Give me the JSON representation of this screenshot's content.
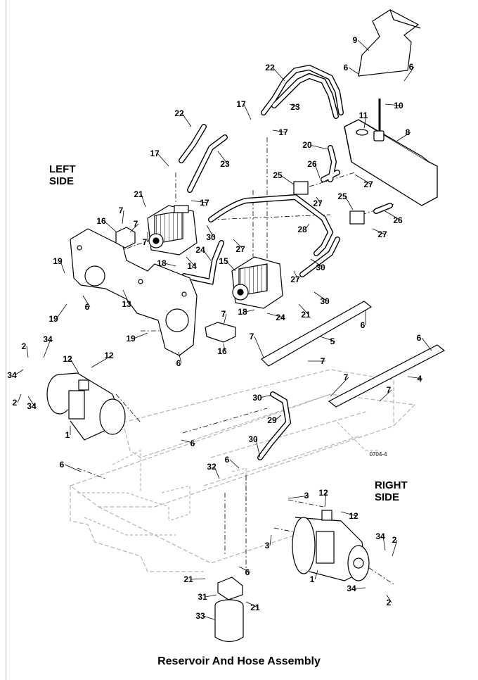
{
  "caption": "Reservoir And Hose Assembly",
  "side_labels": {
    "left": [
      "LEFT",
      "SIDE"
    ],
    "right": [
      "RIGHT",
      "SIDE"
    ]
  },
  "drawing_code": "0704-4",
  "callouts": {
    "c1": "1",
    "c2": "2",
    "c3": "3",
    "c4": "4",
    "c5": "5",
    "c6": "6",
    "c7": "7",
    "c8": "8",
    "c9": "9",
    "c10": "10",
    "c11": "11",
    "c12": "12",
    "c13": "13",
    "c14": "14",
    "c15": "15",
    "c16": "16",
    "c17": "17",
    "c18": "18",
    "c19": "19",
    "c20": "20",
    "c21": "21",
    "c22": "22",
    "c23": "23",
    "c24": "24",
    "c25": "25",
    "c26": "26",
    "c27": "27",
    "c28": "28",
    "c29": "29",
    "c30": "30",
    "c31": "31",
    "c32": "32",
    "c33": "33",
    "c34": "34"
  },
  "colors": {
    "ink": "#000000",
    "frame": "#b8b8b8",
    "background": "#ffffff"
  }
}
